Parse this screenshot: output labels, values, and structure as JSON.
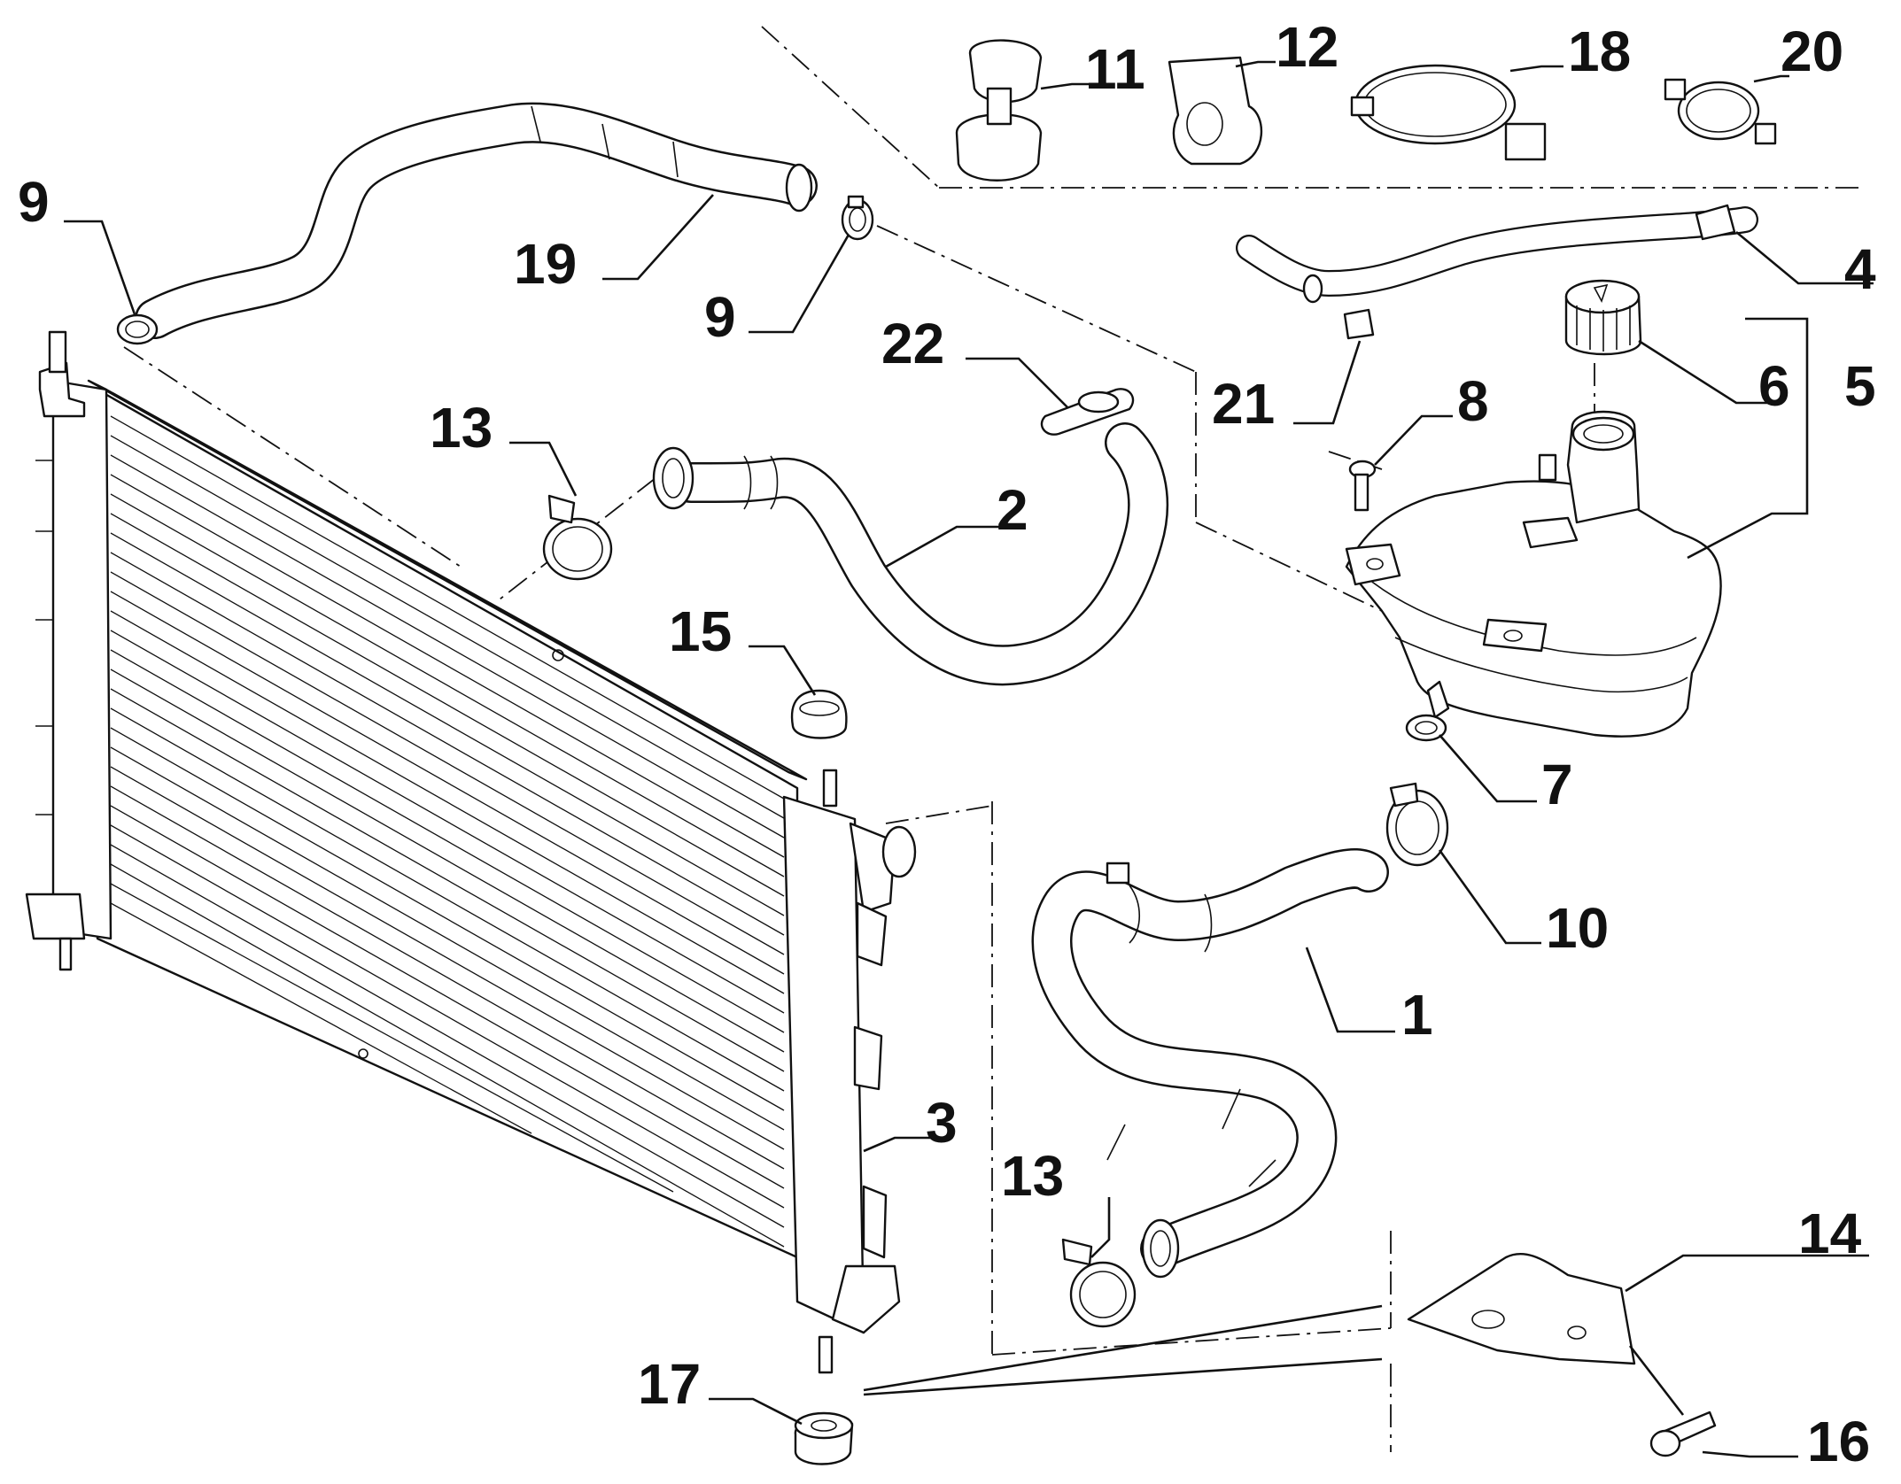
{
  "callouts": {
    "c1": "1",
    "c2": "2",
    "c3": "3",
    "c4": "4",
    "c5": "5",
    "c6": "6",
    "c7": "7",
    "c8": "8",
    "c9a": "9",
    "c9b": "9",
    "c10": "10",
    "c11": "11",
    "c12": "12",
    "c13a": "13",
    "c13b": "13",
    "c14": "14",
    "c15": "15",
    "c16": "16",
    "c17": "17",
    "c18": "18",
    "c19": "19",
    "c20": "20",
    "c21": "21",
    "c22": "22"
  }
}
